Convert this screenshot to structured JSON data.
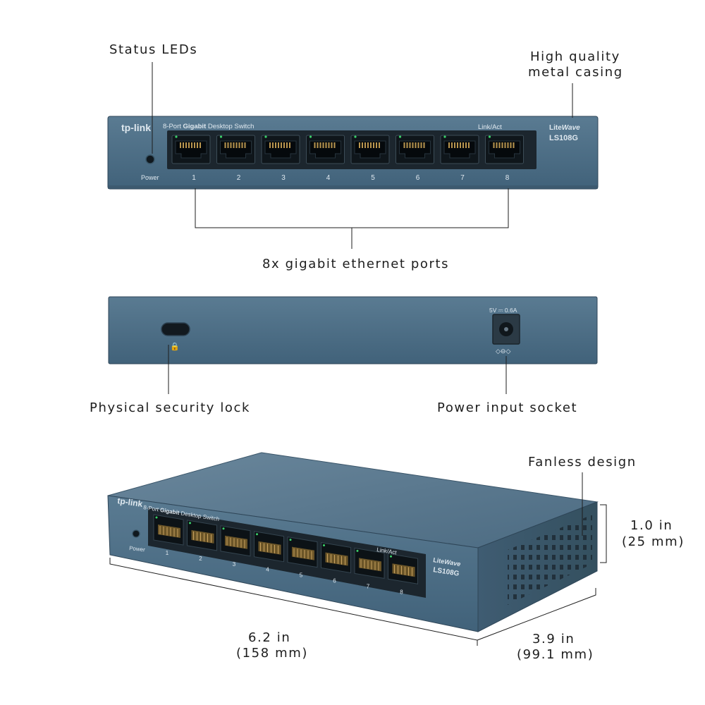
{
  "callouts": {
    "status_leds": "Status LEDs",
    "metal_casing_1": "High quality",
    "metal_casing_2": "metal casing",
    "ports": "8x gigabit ethernet ports",
    "security_lock": "Physical security lock",
    "power_socket": "Power input socket",
    "fanless": "Fanless design",
    "height_in": "1.0 in",
    "height_mm": "(25 mm)",
    "width_in": "6.2 in",
    "width_mm": "(158 mm)",
    "depth_in": "3.9 in",
    "depth_mm": "(99.1 mm)"
  },
  "device": {
    "brand": "tp-link",
    "desc_pre": "8-Port ",
    "desc_bold": "Gigabit",
    "desc_post": " Desktop Switch",
    "link_act": "Link/Act",
    "series_a": "Lite",
    "series_b": "Wave",
    "model": "LS108G",
    "power_label": "Power",
    "ports": [
      "1",
      "2",
      "3",
      "4",
      "5",
      "6",
      "7",
      "8"
    ],
    "power_rating": "5V ⎓ 0.6A"
  },
  "colors": {
    "casing": "#4f6f86",
    "casing_dark": "#2f4658",
    "port_panel": "#1c262e",
    "label": "#dfe8ef",
    "led": "#3bd16a"
  }
}
